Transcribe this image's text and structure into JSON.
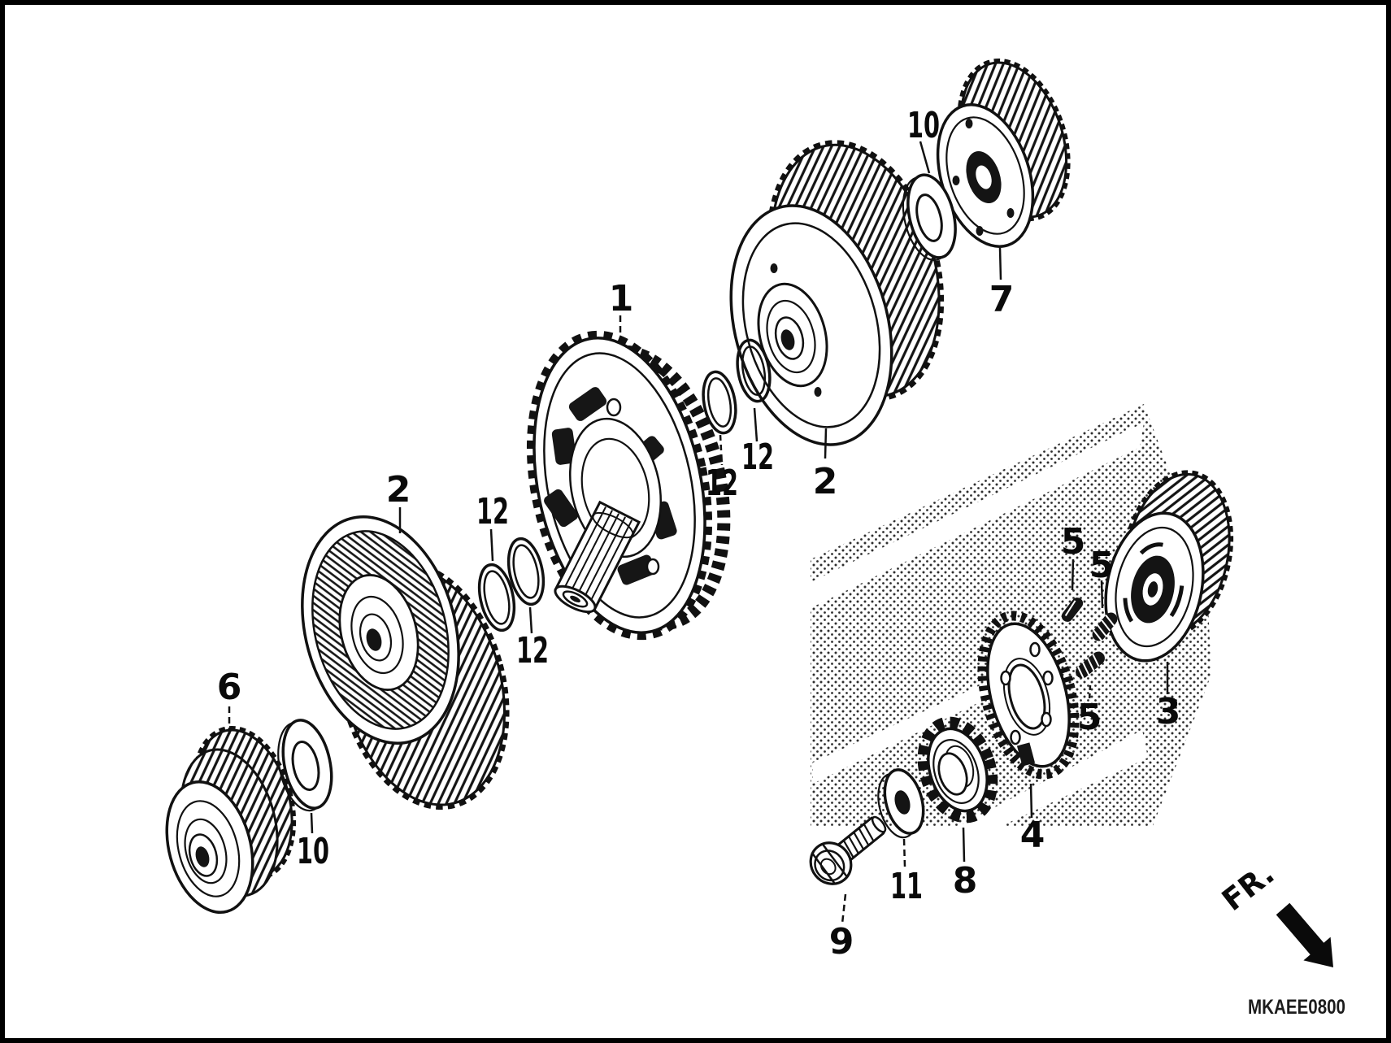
{
  "diagram": {
    "code": "MKAEE0800",
    "direction": {
      "label": "FR."
    },
    "callouts": [
      {
        "text": "1"
      },
      {
        "text": "10"
      },
      {
        "text": "7"
      },
      {
        "text": "2"
      },
      {
        "text": "12"
      },
      {
        "text": "12"
      },
      {
        "text": "2"
      },
      {
        "text": "12"
      },
      {
        "text": "12"
      },
      {
        "text": "6"
      },
      {
        "text": "10"
      },
      {
        "text": "9"
      },
      {
        "text": "11"
      },
      {
        "text": "8"
      },
      {
        "text": "4"
      },
      {
        "text": "5"
      },
      {
        "text": "5"
      },
      {
        "text": "5"
      },
      {
        "text": "3"
      }
    ]
  }
}
